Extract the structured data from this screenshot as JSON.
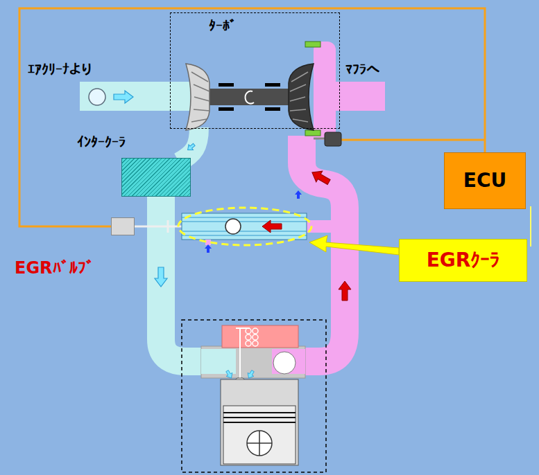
{
  "diagram": {
    "nodes": [
      {
        "text": [
          "ﾀｰﾎﾞ"
        ]
      },
      {
        "text": [
          "ｲﾝﾀｰｸｰﾗ"
        ]
      },
      {
        "text": [
          "EGRﾊﾞﾙﾌﾞ"
        ]
      },
      {
        "text": [
          "ECU"
        ]
      },
      {
        "text": [
          "EGRｸｰﾗ"
        ]
      }
    ],
    "edges": [
      {
        "from": 3,
        "to": 2,
        "arrow": "none"
      }
    ],
    "labels": [
      "ｴｱｸﾘｰﾅより",
      "ﾏﾌﾗへ"
    ]
  }
}
